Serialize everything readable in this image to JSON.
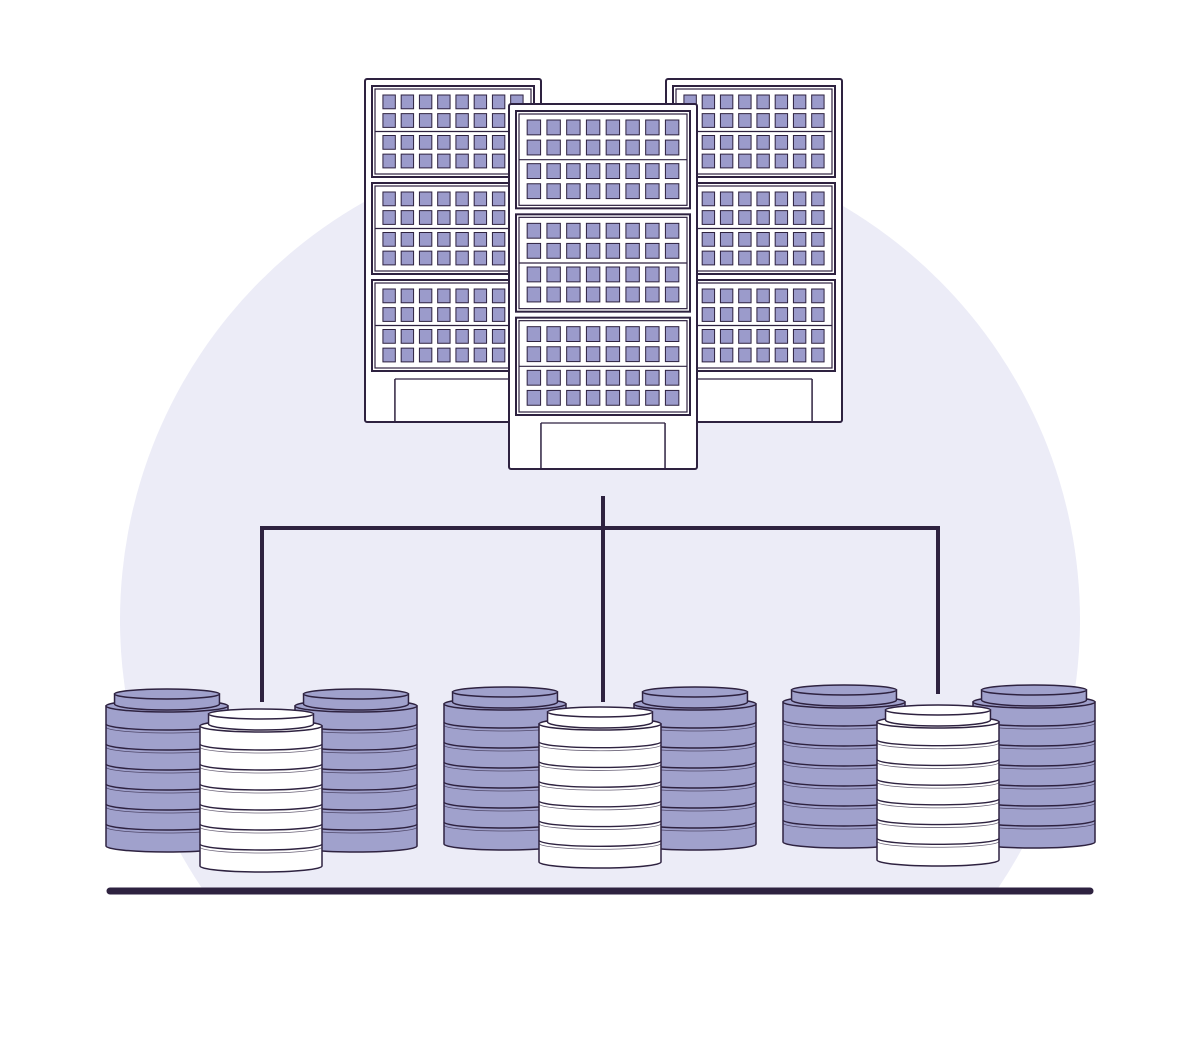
{
  "colors": {
    "background": "#ffffff",
    "backdrop_circle": "#ECECF7",
    "outline": "#2E2240",
    "rack_fill": "#ffffff",
    "slot_fill": "#9B9BCB",
    "disk_fill_blue": "#A0A1CC",
    "disk_fill_white": "#ffffff"
  },
  "illustration": {
    "icons": {
      "backdrop": "circle-backdrop",
      "server": "server-rack-icon",
      "database": "database-stack-icon",
      "connector": "network-connector-lines",
      "ground": "ground-line"
    },
    "server_racks": [
      {
        "name": "server-rack-left",
        "layer": "back",
        "shelves": 3
      },
      {
        "name": "server-rack-right",
        "layer": "back",
        "shelves": 3
      },
      {
        "name": "server-rack-center",
        "layer": "front",
        "shelves": 3
      }
    ],
    "database_groups": [
      {
        "name": "database-group-left",
        "stacks": [
          {
            "name": "database-left-back",
            "color": "blue",
            "disks": 7
          },
          {
            "name": "database-right-back",
            "color": "blue",
            "disks": 7
          },
          {
            "name": "database-front",
            "color": "white",
            "disks": 7
          }
        ]
      },
      {
        "name": "database-group-center",
        "stacks": [
          {
            "name": "database-left-back",
            "color": "blue",
            "disks": 7
          },
          {
            "name": "database-right-back",
            "color": "blue",
            "disks": 7
          },
          {
            "name": "database-front",
            "color": "white",
            "disks": 7
          }
        ]
      },
      {
        "name": "database-group-right",
        "stacks": [
          {
            "name": "database-left-back",
            "color": "blue",
            "disks": 7
          },
          {
            "name": "database-right-back",
            "color": "blue",
            "disks": 7
          },
          {
            "name": "database-front",
            "color": "white",
            "disks": 7
          }
        ]
      }
    ]
  }
}
